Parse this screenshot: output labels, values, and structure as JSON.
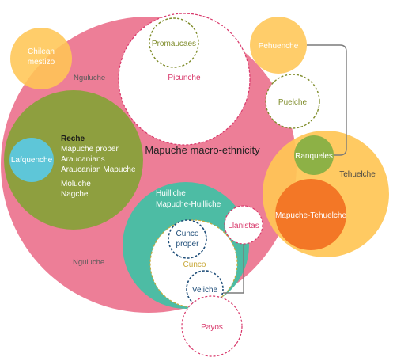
{
  "colors": {
    "macro": "#ED7E97",
    "ngulu": "#8E9F3F",
    "huilliche": "#4DBCA4",
    "orange": "#FFC655",
    "lafquenche": "#5EC6D8",
    "ranqueles": "#8DB146",
    "mapuche_tehuelche": "#F37726",
    "pink_text": "#D8376A",
    "olive_text": "#7F8C2A",
    "grey_text": "#5A5A5A",
    "navy": "#1F4E79"
  },
  "labels": {
    "macro": "Mapuche macro-ethnicity",
    "picunche": "Picunche",
    "promaucaes": "Promaucaes",
    "nguluche_top": "Nguluche",
    "nguluche_bottom": "Nguluche",
    "chilean_mestizo_line1": "Chilean",
    "chilean_mestizo_line2": "mestizo",
    "pehuenche": "Pehuenche",
    "puelche": "Puelche",
    "ranqueles": "Ranqueles",
    "tehuelche": "Tehuelche",
    "mapuche_tehuelche": "Mapuche-Tehuelche",
    "lafquenche": "Lafquenche",
    "reche": "Reche",
    "mapuche_proper": "Mapuche proper",
    "araucanians": "Araucanians",
    "araucanian_mapuche": "Araucanian Mapuche",
    "moluche": "Moluche",
    "nagche": "Nagche",
    "huilliche": "Huilliche",
    "mapuche_huilliche": "Mapuche-Huilliche",
    "llanistas": "Llanistas",
    "cunco_proper_line1": "Cunco",
    "cunco_proper_line2": "proper",
    "cunco": "Cunco",
    "veliche": "Veliche",
    "payos": "Payos"
  }
}
